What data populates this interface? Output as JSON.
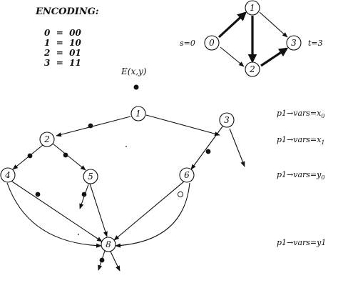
{
  "encoding": {
    "title": "ENCODING:",
    "lines": [
      "0  =  00",
      "1  =  10",
      "2  =  01",
      "3  =  11"
    ]
  },
  "small_graph": {
    "source_label": "s=0",
    "target_label": "t=3",
    "nodes": [
      "0",
      "1",
      "2",
      "3"
    ]
  },
  "main_graph": {
    "root_label": "E(x,y)",
    "nodes": [
      "1",
      "2",
      "3",
      "4",
      "5",
      "6",
      "8"
    ]
  },
  "side_labels": [
    "p1→vars=x",
    "p1→vars=x",
    "p1→vars=y",
    "p1→vars=y"
  ],
  "side_subscripts": [
    "0",
    "1",
    "0",
    ""
  ],
  "side_suffix": [
    "",
    "",
    "",
    "1"
  ],
  "colors": {
    "ink": "#111111",
    "background": "#ffffff"
  }
}
